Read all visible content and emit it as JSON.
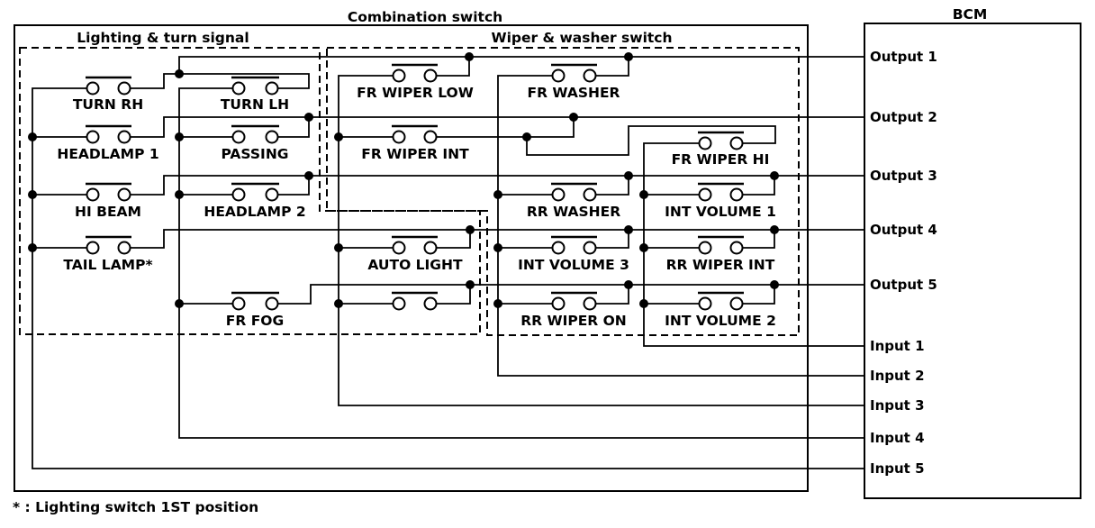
{
  "titles": {
    "combination_switch": "Combination switch",
    "bcm": "BCM",
    "lighting_section": "Lighting & turn signal",
    "wiper_section": "Wiper & washer switch"
  },
  "note": "* : Lighting switch 1ST position",
  "switches": {
    "turn_rh": "TURN RH",
    "turn_lh": "TURN LH",
    "fr_wiper_low": "FR WIPER LOW",
    "fr_washer": "FR WASHER",
    "headlamp_1": "HEADLAMP 1",
    "passing": "PASSING",
    "fr_wiper_int": "FR WIPER INT",
    "fr_wiper_hi": "FR WIPER HI",
    "hi_beam": "HI BEAM",
    "headlamp_2": "HEADLAMP 2",
    "rr_washer": "RR WASHER",
    "int_volume_1": "INT VOLUME 1",
    "tail_lamp": "TAIL LAMP*",
    "auto_light": "AUTO LIGHT",
    "int_volume_3": "INT VOLUME 3",
    "rr_wiper_int": "RR WIPER INT",
    "fr_fog": "FR FOG",
    "rr_wiper_on": "RR WIPER ON",
    "int_volume_2": "INT VOLUME 2"
  },
  "bcm": {
    "outputs": [
      "Output 1",
      "Output 2",
      "Output 3",
      "Output 4",
      "Output 5"
    ],
    "inputs": [
      "Input 1",
      "Input 2",
      "Input 3",
      "Input 4",
      "Input 5"
    ]
  },
  "colors": {
    "line": "#000000",
    "background": "#ffffff"
  }
}
